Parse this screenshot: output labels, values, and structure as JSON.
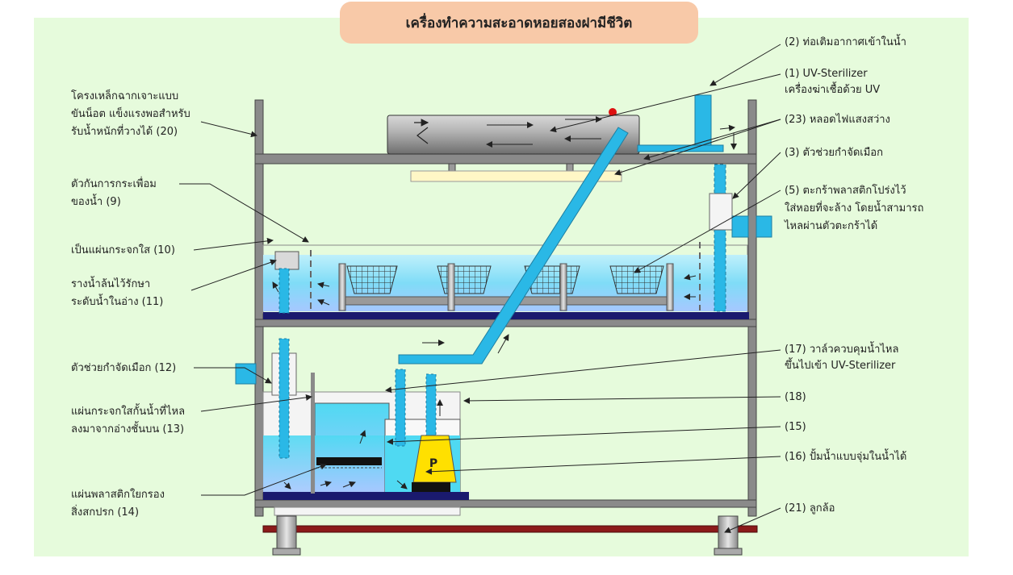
{
  "title": "เครื่องทำความสะอาดหอยสองฝามีชีวิต",
  "labels": {
    "l2": "(2) ท่อเติมอากาศเข้าในน้ำ",
    "l1a": "(1) UV-Sterilizer",
    "l1b": "เครื่องฆ่าเชื้อด้วย UV",
    "l23": "(23) หลอดไฟแสงสว่าง",
    "l3": "(3) ตัวช่วยกำจัดเมือก",
    "l5a": "(5) ตะกร้าพลาสติกโปร่งไว้",
    "l5b": "ใส่หอยที่จะล้าง โดยน้ำสามารถ",
    "l5c": "ไหลผ่านตัวตะกร้าได้",
    "l17a": "(17) วาล์วควบคุมน้ำไหล",
    "l17b": "ขึ้นไปเข้า UV-Sterilizer",
    "l18": "(18)",
    "l15": "(15)",
    "l16": "(16) ปั้มน้ำแบบจุ่มในน้ำได้",
    "l21": "(21) ลูกล้อ",
    "l20a": "โครงเหล็กฉากเจาะแบบ",
    "l20b": "ขันน็อต แข็งแรงพอสำหรับ",
    "l20c": "รับน้ำหนักที่วางได้ (20)",
    "l9a": "ตัวกันการกระเพื่อม",
    "l9b": "ของน้ำ (9)",
    "l10": "เป็นแผ่นกระจกใส (10)",
    "l11a": "รางน้ำล้นไว้รักษา",
    "l11b": "ระดับน้ำในอ่าง (11)",
    "l12": "ตัวช่วยกำจัดเมือก (12)",
    "l13a": "แผ่นกระจกใสกั้นน้ำที่ไหล",
    "l13b": "ลงมาจากอ่างชั้นบน (13)",
    "l14a": "แผ่นพลาสติกใยกรอง",
    "l14b": "สิ่งสกปรก (14)"
  },
  "pump_label": "P",
  "colors": {
    "background": "#e6fbdc",
    "title_box": "#f8c9a8",
    "frame": "#7f7f7f",
    "water": "#7fdcf7",
    "pipe": "#2ab8e6",
    "tray": "#1a1a6e",
    "pump": "#ffe000",
    "wheel_axle": "#8b1a1a"
  }
}
